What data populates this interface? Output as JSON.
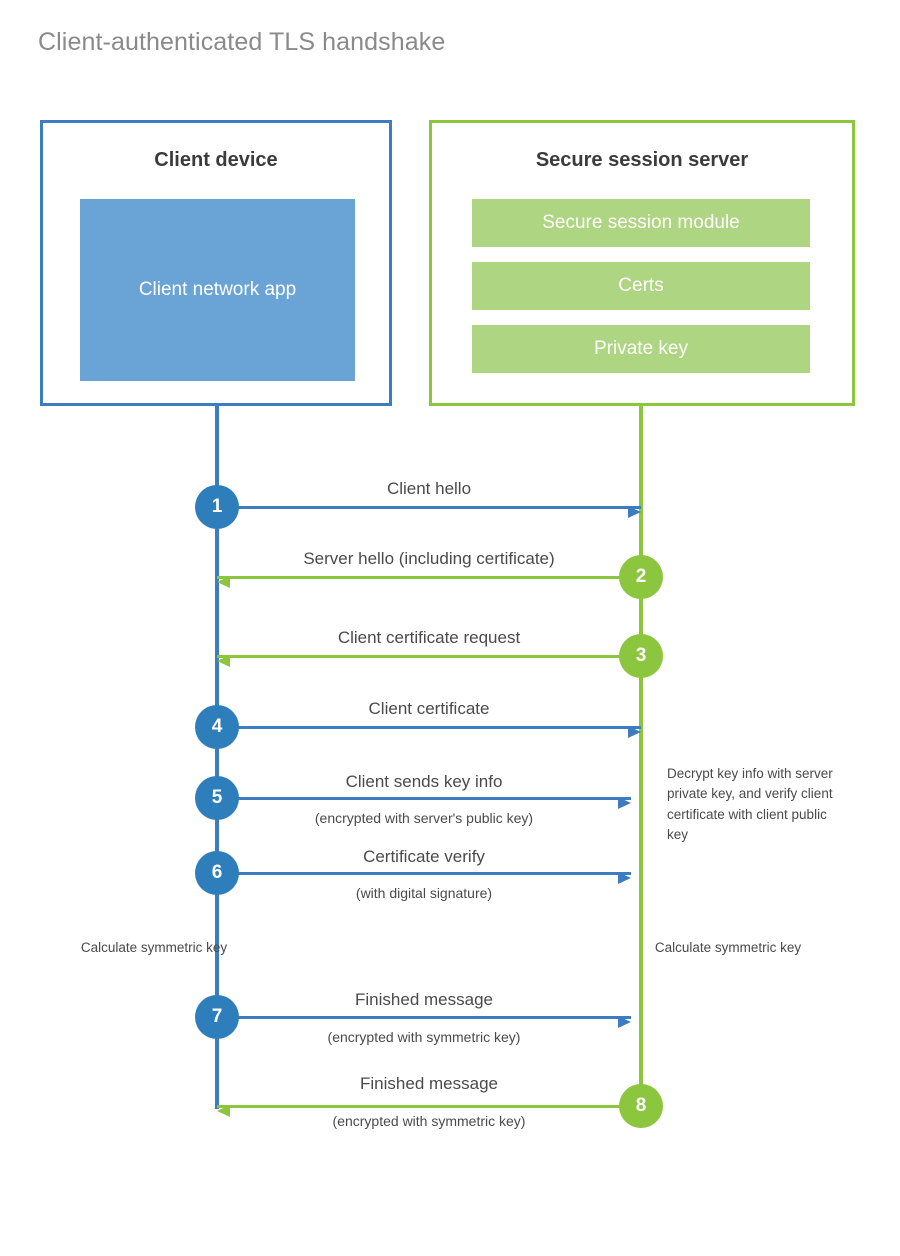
{
  "title": "Client-authenticated TLS handshake",
  "client": {
    "box_title": "Client device",
    "app_label": "Client network app",
    "border_color": "#3d7cc0",
    "app_color": "#6aa3d5"
  },
  "server": {
    "box_title": "Secure session server",
    "border_color": "#8cc63e",
    "bar_color": "#aed581",
    "bars": [
      {
        "label": "Secure session module"
      },
      {
        "label": "Certs"
      },
      {
        "label": "Private key"
      }
    ]
  },
  "colors": {
    "blue": "#3d7cc0",
    "blue_circle": "#2e7ebb",
    "green": "#8cc63e",
    "title_gray": "#8a8a8a",
    "text_gray": "#4a4a4a"
  },
  "steps": [
    {
      "number": "1",
      "direction": "client-to-server",
      "label": "Client hello",
      "sublabel": "",
      "color": "blue"
    },
    {
      "number": "2",
      "direction": "server-to-client",
      "label": "Server hello (including certificate)",
      "sublabel": "",
      "color": "green"
    },
    {
      "number": "3",
      "direction": "server-to-client",
      "label": "Client certificate request",
      "sublabel": "",
      "color": "green"
    },
    {
      "number": "4",
      "direction": "client-to-server",
      "label": "Client certificate",
      "sublabel": "",
      "color": "blue"
    },
    {
      "number": "5",
      "direction": "client-to-server",
      "label": "Client sends key info",
      "sublabel": "(encrypted with server's public key)",
      "color": "blue"
    },
    {
      "number": "6",
      "direction": "client-to-server",
      "label": "Certificate verify",
      "sublabel": "(with digital signature)",
      "color": "blue"
    },
    {
      "number": "7",
      "direction": "client-to-server",
      "label": "Finished message",
      "sublabel": "(encrypted with symmetric key)",
      "color": "blue"
    },
    {
      "number": "8",
      "direction": "server-to-client",
      "label": "Finished message",
      "sublabel": "(encrypted with symmetric key)",
      "color": "green"
    }
  ],
  "notes": {
    "server_decrypt": "Decrypt key info with server private key, and verify client certificate with client public key",
    "client_calc": "Calculate symmetric key",
    "server_calc": "Calculate symmetric key"
  }
}
